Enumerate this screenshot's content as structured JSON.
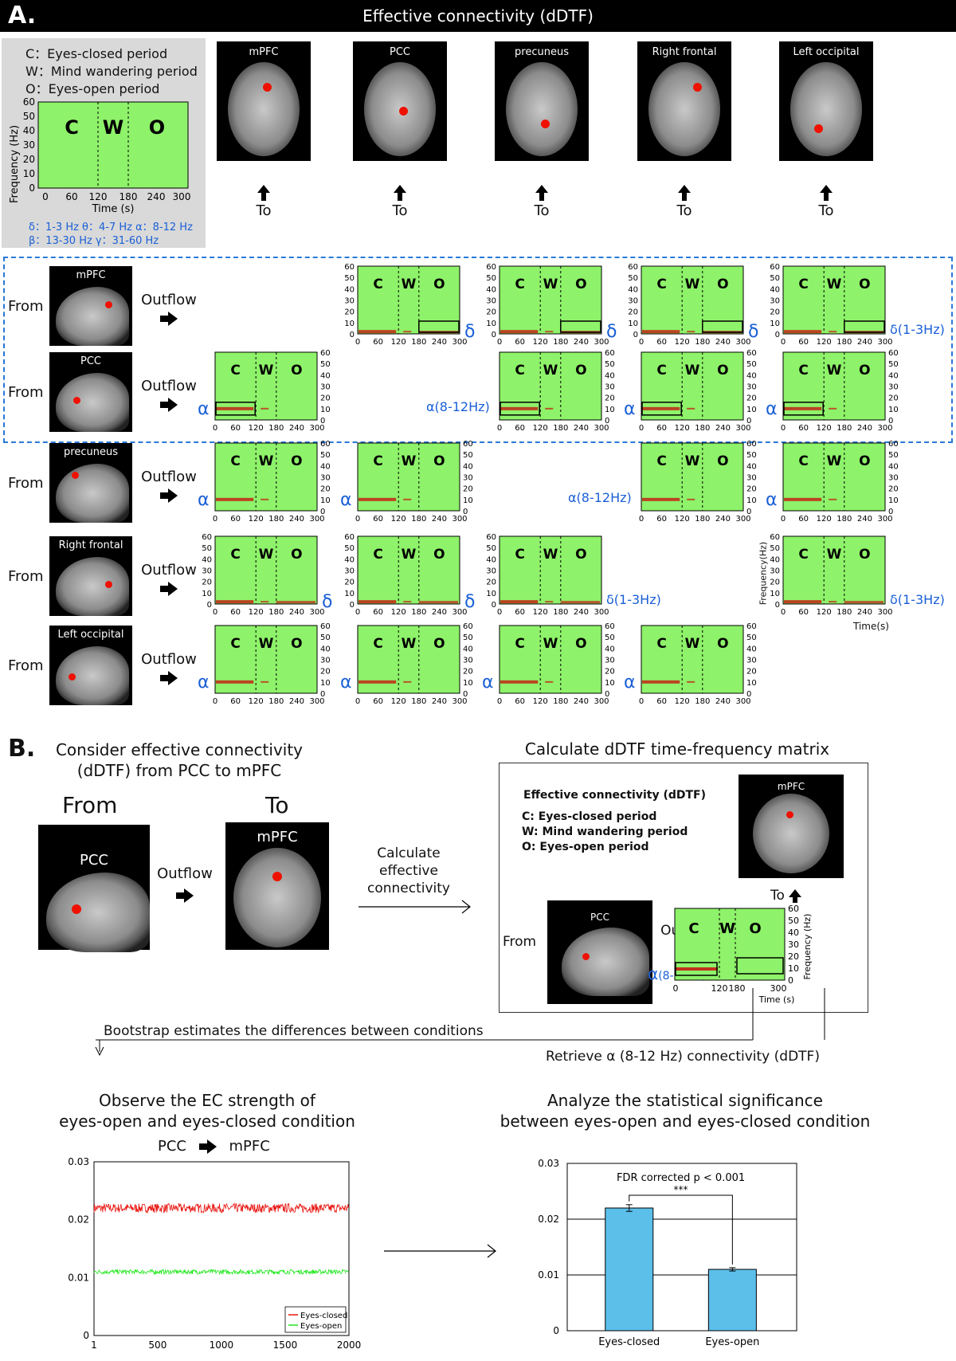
{
  "section_a": {
    "label": "A.",
    "title": "Effective connectivity (dDTF)",
    "legend": {
      "lines": [
        "C：Eyes-closed period",
        "W：Mind wandering period",
        "O：Eyes-open period"
      ],
      "ylabel": "Frequency (Hz)",
      "xlabel": "Time (s)",
      "yticks": [
        "60",
        "50",
        "40",
        "30",
        "20",
        "10",
        "0"
      ],
      "xticks": [
        "0",
        "60",
        "120",
        "180",
        "240",
        "300"
      ],
      "periods": [
        "C",
        "W",
        "O"
      ],
      "bands_line1": "δ：1-3 Hz   θ：4-7 Hz   α：8-12 Hz",
      "bands_line2": "β：13-30 Hz   γ：31-60 Hz"
    },
    "targets": [
      "mPFC",
      "PCC",
      "precuneus",
      "Right frontal",
      "Left occipital"
    ],
    "to_label": "To",
    "from_label": "From",
    "outflow_label": "Outflow",
    "sources": [
      "mPFC",
      "PCC",
      "precuneus",
      "Right frontal",
      "Left occipital"
    ],
    "periods": [
      "C",
      "W",
      "O"
    ],
    "yticks": [
      "60",
      "50",
      "40",
      "30",
      "20",
      "10",
      "0"
    ],
    "xticks": [
      "0",
      "60",
      "120",
      "180",
      "240",
      "300"
    ],
    "band_labels": {
      "delta": "δ",
      "delta_hz": "δ(1-3Hz)",
      "alpha": "α",
      "alpha_hz": "α(8-12Hz)"
    },
    "rf_ylabel": "Frequency(Hz)",
    "rf_xlabel": "Time(s)",
    "colors": {
      "panel_green": "#8ef26a",
      "activity": "#c0311a",
      "band_blue": "#1a5fd6",
      "dash_blue": "#2a78d8"
    }
  },
  "section_b": {
    "label": "B.",
    "consider_title": "Consider effective connectivity (dDTF) from PCC to mPFC",
    "from": "From",
    "to": "To",
    "from_region": "PCC",
    "to_region": "mPFC",
    "outflow": "Outflow",
    "calc_text": "Calculate effective connectivity",
    "matrix_title": "Calculate dDTF time-frequency matrix",
    "matrix_box": {
      "heading": "Effective connectivity (dDTF)",
      "lines": [
        "C:  Eyes-closed period",
        "W:  Mind wandering  period",
        "O:  Eyes-open period"
      ],
      "target": "mPFC",
      "source": "PCC",
      "to": "To",
      "from": "From",
      "outflow": "Outflow",
      "band": "α(8-12Hz)",
      "yticks": [
        "60",
        "50",
        "40",
        "30",
        "20",
        "10",
        "0"
      ],
      "xticks": [
        "0",
        "120",
        "180",
        "300"
      ],
      "ylabel": "Frequency (Hz)",
      "xlabel": "Time (s)",
      "periods": [
        "C",
        "W",
        "O"
      ]
    },
    "bootstrap_text": "Bootstrap estimates the differences between conditions",
    "retrieve_text": "Retrieve α (8-12 Hz) connectivity (dDTF)",
    "observe_title_1": "Observe the EC strength of",
    "observe_title_2": "eyes-open and eyes-closed condition",
    "analyze_title_1": "Analyze the statistical significance",
    "analyze_title_2": "between  eyes-open and eyes-closed condition",
    "line_chart_title_from": "PCC",
    "line_chart_title_to": "mPFC"
  },
  "chart_data": [
    {
      "type": "line",
      "title": "PCC → mPFC",
      "x_range": [
        1,
        2000
      ],
      "ylim": [
        0,
        0.03
      ],
      "xticks": [
        "1",
        "500",
        "1000",
        "1500",
        "2000"
      ],
      "yticks": [
        "0",
        "0.01",
        "0.02",
        "0.03"
      ],
      "series": [
        {
          "name": "Eyes-closed",
          "mean": 0.022,
          "noise": 0.0008,
          "color": "#e8140f"
        },
        {
          "name": "Eyes-open",
          "mean": 0.011,
          "noise": 0.0004,
          "color": "#1ee81a"
        }
      ],
      "legend": "bottom-right"
    },
    {
      "type": "bar",
      "categories": [
        "Eyes-closed",
        "Eyes-open"
      ],
      "values": [
        0.022,
        0.011
      ],
      "errors": [
        0.0006,
        0.0003
      ],
      "ylim": [
        0,
        0.03
      ],
      "yticks": [
        "0",
        "0.01",
        "0.02",
        "0.03"
      ],
      "annotation": "FDR corrected p < 0.001",
      "stars": "***",
      "bar_color": "#5bbfea"
    }
  ]
}
